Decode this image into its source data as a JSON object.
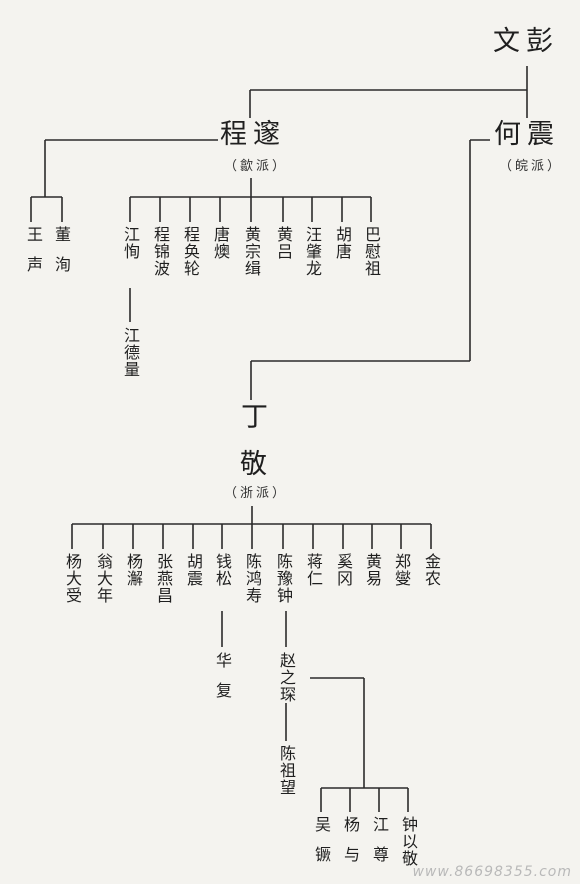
{
  "masters": {
    "wen_peng": "文彭",
    "cheng_sui": "程邃",
    "cheng_sui_school": "（歙派）",
    "he_zhen": "何震",
    "he_zhen_school": "（皖派）",
    "ding_jing_1": "丁",
    "ding_jing_2": "敬",
    "ding_jing_school": "（浙派）"
  },
  "left_pair": [
    "王声",
    "董洵"
  ],
  "she_school_members": [
    "江恂",
    "程锦波",
    "程奂轮",
    "唐燠",
    "黄宗缉",
    "黄吕",
    "汪肇龙",
    "胡唐",
    "巴慰祖"
  ],
  "jiang_xun_student": "江德量",
  "zhe_school_members": [
    "杨大受",
    "翁大年",
    "杨澥",
    "张燕昌",
    "胡震",
    "钱松",
    "陈鸿寿",
    "陈豫钟",
    "蒋仁",
    "奚冈",
    "黄易",
    "郑燮",
    "金农"
  ],
  "qian_song_student": "华复",
  "chen_yuzhong_students": [
    "赵之琛",
    "陈祖望"
  ],
  "zhao_zhichen_students": [
    "吴镢",
    "杨与",
    "江尊",
    "钟以敬"
  ],
  "watermark": "www.86698355.com"
}
